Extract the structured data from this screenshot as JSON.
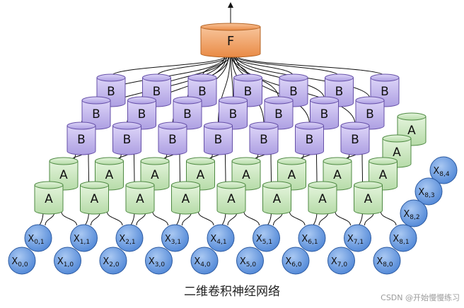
{
  "title": "二维卷积神经网络",
  "watermark": "CSDN @开始慢慢练习",
  "output_node": {
    "label": "F"
  },
  "layer_labels": {
    "A": "A",
    "B": "B"
  },
  "input_row0": [
    {
      "i": "0",
      "j": "0"
    },
    {
      "i": "1",
      "j": "0"
    },
    {
      "i": "2",
      "j": "0"
    },
    {
      "i": "3",
      "j": "0"
    },
    {
      "i": "4",
      "j": "0"
    },
    {
      "i": "5",
      "j": "0"
    },
    {
      "i": "6",
      "j": "0"
    },
    {
      "i": "7",
      "j": "0"
    },
    {
      "i": "8",
      "j": "0"
    }
  ],
  "input_row1": [
    {
      "i": "0",
      "j": "1"
    },
    {
      "i": "1",
      "j": "1"
    },
    {
      "i": "2",
      "j": "1"
    },
    {
      "i": "3",
      "j": "1"
    },
    {
      "i": "4",
      "j": "1"
    },
    {
      "i": "5",
      "j": "1"
    },
    {
      "i": "6",
      "j": "1"
    },
    {
      "i": "7",
      "j": "1"
    },
    {
      "i": "8",
      "j": "1"
    }
  ],
  "input_right_column": [
    {
      "i": "8",
      "j": "2"
    },
    {
      "i": "8",
      "j": "3"
    },
    {
      "i": "8",
      "j": "4"
    }
  ],
  "colors": {
    "input_fill": "#6fa0e0",
    "input_stroke": "#2c5aa0",
    "a_fill": "#cfeac4",
    "a_stroke": "#4f8a43",
    "b_fill": "#cbbff0",
    "b_stroke": "#6650a8",
    "f_fill": "#f3a468",
    "f_stroke": "#b56424"
  }
}
